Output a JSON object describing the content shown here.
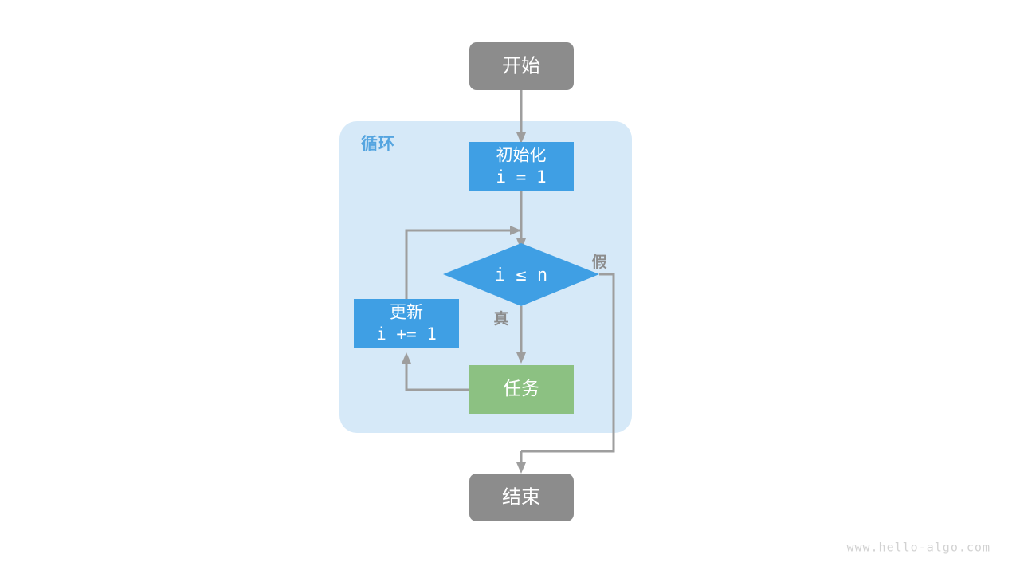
{
  "diagram": {
    "title_watermark": "www.hello-algo.com",
    "colors": {
      "terminal": "#8c8c8c",
      "process_blue": "#3f9fe4",
      "task_green": "#8cc182",
      "loop_container": "#d6e9f8",
      "edge": "#9e9e9e",
      "group_label": "#55a5e0",
      "label_text": "#8c8c8c",
      "node_text": "#ffffff",
      "background": "#ffffff",
      "watermark": "#d2d2d2"
    },
    "group": {
      "label": "循环"
    },
    "nodes": {
      "start": {
        "label": "开始",
        "shape": "rounded-rect",
        "color": "#8c8c8c"
      },
      "init": {
        "label_line1": "初始化",
        "label_line2": "i = 1",
        "shape": "rect",
        "color": "#3f9fe4"
      },
      "condition": {
        "label": "i ≤ n",
        "shape": "diamond",
        "color": "#3f9fe4"
      },
      "update": {
        "label_line1": "更新",
        "label_line2": "i += 1",
        "shape": "rect",
        "color": "#3f9fe4"
      },
      "task": {
        "label": "任务",
        "shape": "rect",
        "color": "#8cc182"
      },
      "end": {
        "label": "结束",
        "shape": "rounded-rect",
        "color": "#8c8c8c"
      }
    },
    "edge_labels": {
      "true_branch": "真",
      "false_branch": "假"
    }
  }
}
